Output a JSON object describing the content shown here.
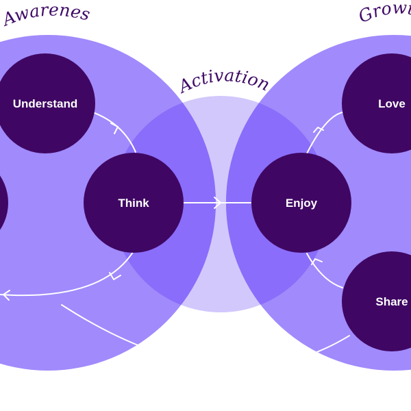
{
  "stages": {
    "left": "Awareness",
    "middle": "Activation",
    "right": "Growth"
  },
  "nodes": {
    "understand": "Understand",
    "think": "Think",
    "enjoy": "Enjoy",
    "love": "Love",
    "share": "Share"
  },
  "colors": {
    "stage_circle": "#a18afc",
    "overlap": "#8a6dfa",
    "middle_circle": "#d2c8fc",
    "node": "#3f0763",
    "stage_text": "#3f0a66",
    "connector": "#ffffff"
  }
}
